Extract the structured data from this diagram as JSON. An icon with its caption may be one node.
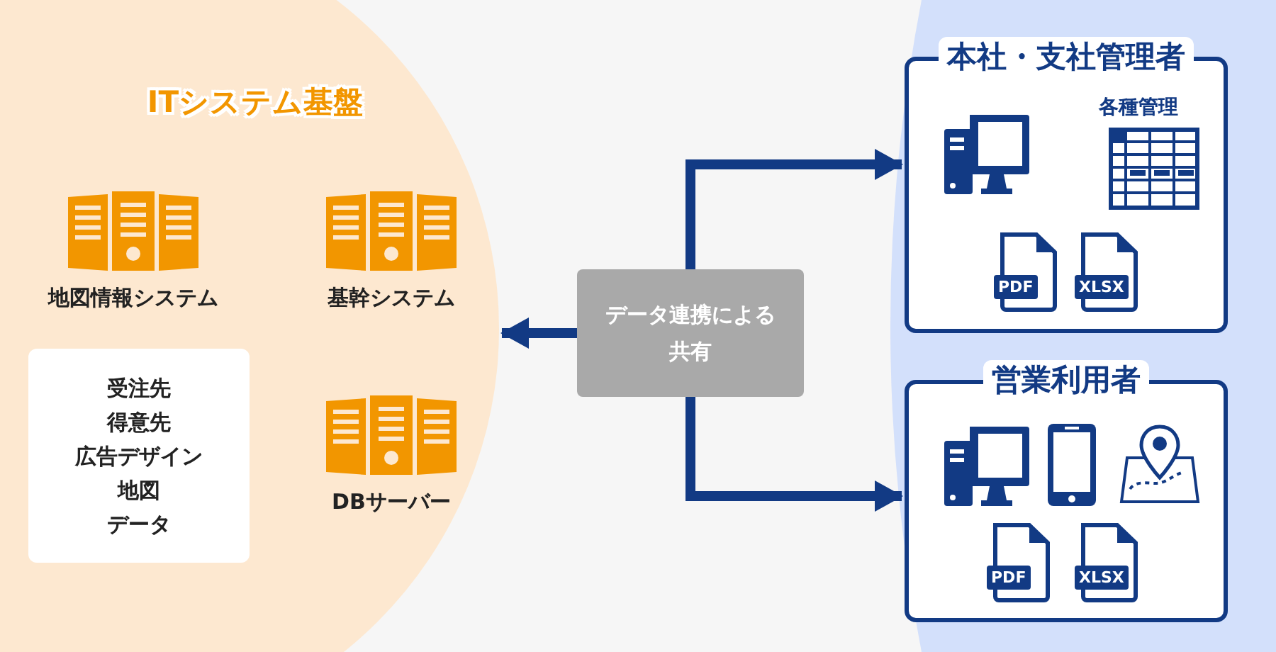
{
  "diagram": {
    "nodes": [
      {
        "text": [
          "ITシステム基盤"
        ]
      },
      {
        "text": [
          "地図情報システム"
        ],
        "in": 0
      },
      {
        "text": [
          "基幹システム"
        ],
        "in": 0
      },
      {
        "text": [
          "受注先",
          "得意先",
          "広告デザイン",
          "地図",
          "データ"
        ],
        "in": 0
      },
      {
        "text": [
          "DBサーバー"
        ],
        "in": 0
      },
      {
        "text": [
          "データ連携による共有"
        ]
      },
      {
        "text": [
          "本社・支社管理者",
          "各種管理",
          "PDF",
          "XLSX"
        ]
      },
      {
        "text": [
          "営業利用者",
          "PDF",
          "XLSX"
        ]
      }
    ],
    "edges": [
      {
        "from": 5,
        "to": 0,
        "arrow": "to"
      },
      {
        "from": 5,
        "to": 6,
        "arrow": "to"
      },
      {
        "from": 5,
        "to": 7,
        "arrow": "to"
      }
    ]
  }
}
